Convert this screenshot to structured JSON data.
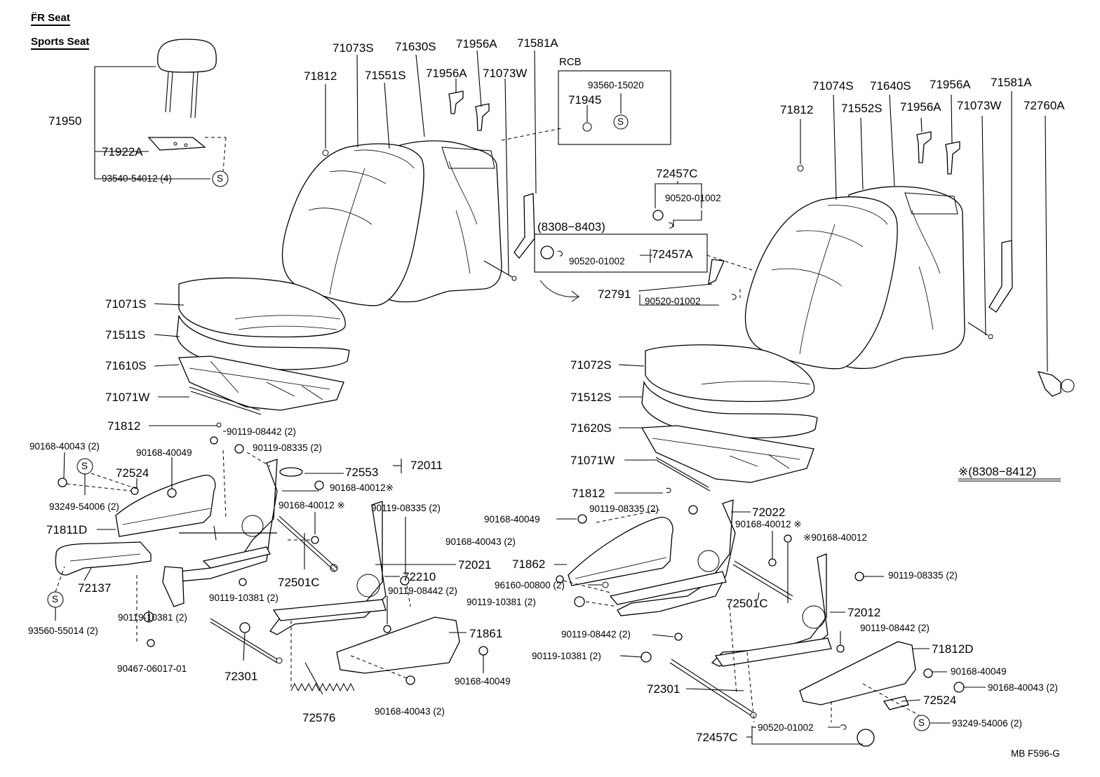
{
  "header": {
    "title": "F̈R Seat",
    "subtitle": "Sports Seat"
  },
  "rcb": {
    "title": "RCB",
    "part_a": "93560-15020",
    "part_b": "71945"
  },
  "range_box": {
    "label": "(8308−8403)"
  },
  "footnote": "※(8308−8412)",
  "footer_code": "MB  F596-G",
  "symbol_s": "S",
  "left_parts": {
    "p71950": "71950",
    "p71922A": "71922A",
    "p93540": "93540-54012 (4)",
    "p71073S": "71073S",
    "p71630S": "71630S",
    "p71956A_a": "71956A",
    "p71581A": "71581A",
    "p71812_top": "71812",
    "p71551S": "71551S",
    "p71956A_b": "71956A",
    "p71073W": "71073W",
    "p71071S": "71071S",
    "p71511S": "71511S",
    "p71610S": "71610S",
    "p71071W": "71071W",
    "p71812_mid": "71812",
    "p90119_08442_a": "90119-08442 (2)",
    "p90168_40043_a": "90168-40043 (2)",
    "p90168_40049_a": "90168-40049",
    "p90119_08335_a": "90119-08335 (2)",
    "p72524": "72524",
    "p72553": "72553",
    "p72011": "72011",
    "p90168_40012_a": "90168-40012※",
    "p93249": "93249-54006 (2)",
    "p90168_40012_b": "90168-40012 ※",
    "p90119_08335_b": "90119-08335 (2)",
    "p71811D": "71811D",
    "p72021": "72021",
    "p72210": "72210",
    "p72137": "72137",
    "p72501C": "72501C",
    "p90119_08442_b": "90119-08442 (2)",
    "p90119_10381_a": "90119-10381 (2)",
    "p93560_55014": "93560-55014 (2)",
    "p90119_10381_b": "90119-10381 (2)",
    "p71861": "71861",
    "p90467": "90467-06017-01",
    "p72301": "72301",
    "p90168_40049_b": "90168-40049",
    "p72576": "72576",
    "p90168_40043_b": "90168-40043 (2)"
  },
  "right_parts": {
    "p72457C_top": "72457C",
    "p90520_a": "90520-01002",
    "p90520_b": "90520-01002",
    "p72457A": "72457A",
    "p72791": "72791",
    "p90520_c": "90520-01002",
    "p71074S": "71074S",
    "p71640S": "71640S",
    "p71956A_a": "71956A",
    "p71581A": "71581A",
    "p71812_top": "71812",
    "p71552S": "71552S",
    "p71956A_b": "71956A",
    "p71073W": "71073W",
    "p72760A": "72760A",
    "p71072S": "71072S",
    "p71512S": "71512S",
    "p71620S": "71620S",
    "p71071W": "71071W",
    "p71812_mid": "71812",
    "p90119_08335_a": "90119-08335 (2)",
    "p72022": "72022",
    "p90168_40049_a": "90168-40049",
    "p90168_40012_a": "90168-40012 ※",
    "p90168_40012_b": "※90168-40012",
    "p90168_40043_a": "90168-40043 (2)",
    "p71862": "71862",
    "p90119_08335_b": "90119-08335 (2)",
    "p96160": "96160-00800 (2)",
    "p72501C": "72501C",
    "p90119_10381_a": "90119-10381 (2)",
    "p72012": "72012",
    "p90119_08442_a": "90119-08442 (2)",
    "p90119_08442_b": "90119-08442 (2)",
    "p71812D": "71812D",
    "p90119_10381_b": "90119-10381 (2)",
    "p90168_40049_b": "90168-40049",
    "p90168_40043_b": "90168-40043 (2)",
    "p72301": "72301",
    "p72524": "72524",
    "p93249": "93249-54006 (2)",
    "p72457C_bot": "72457C",
    "p90520_d": "90520-01002"
  }
}
